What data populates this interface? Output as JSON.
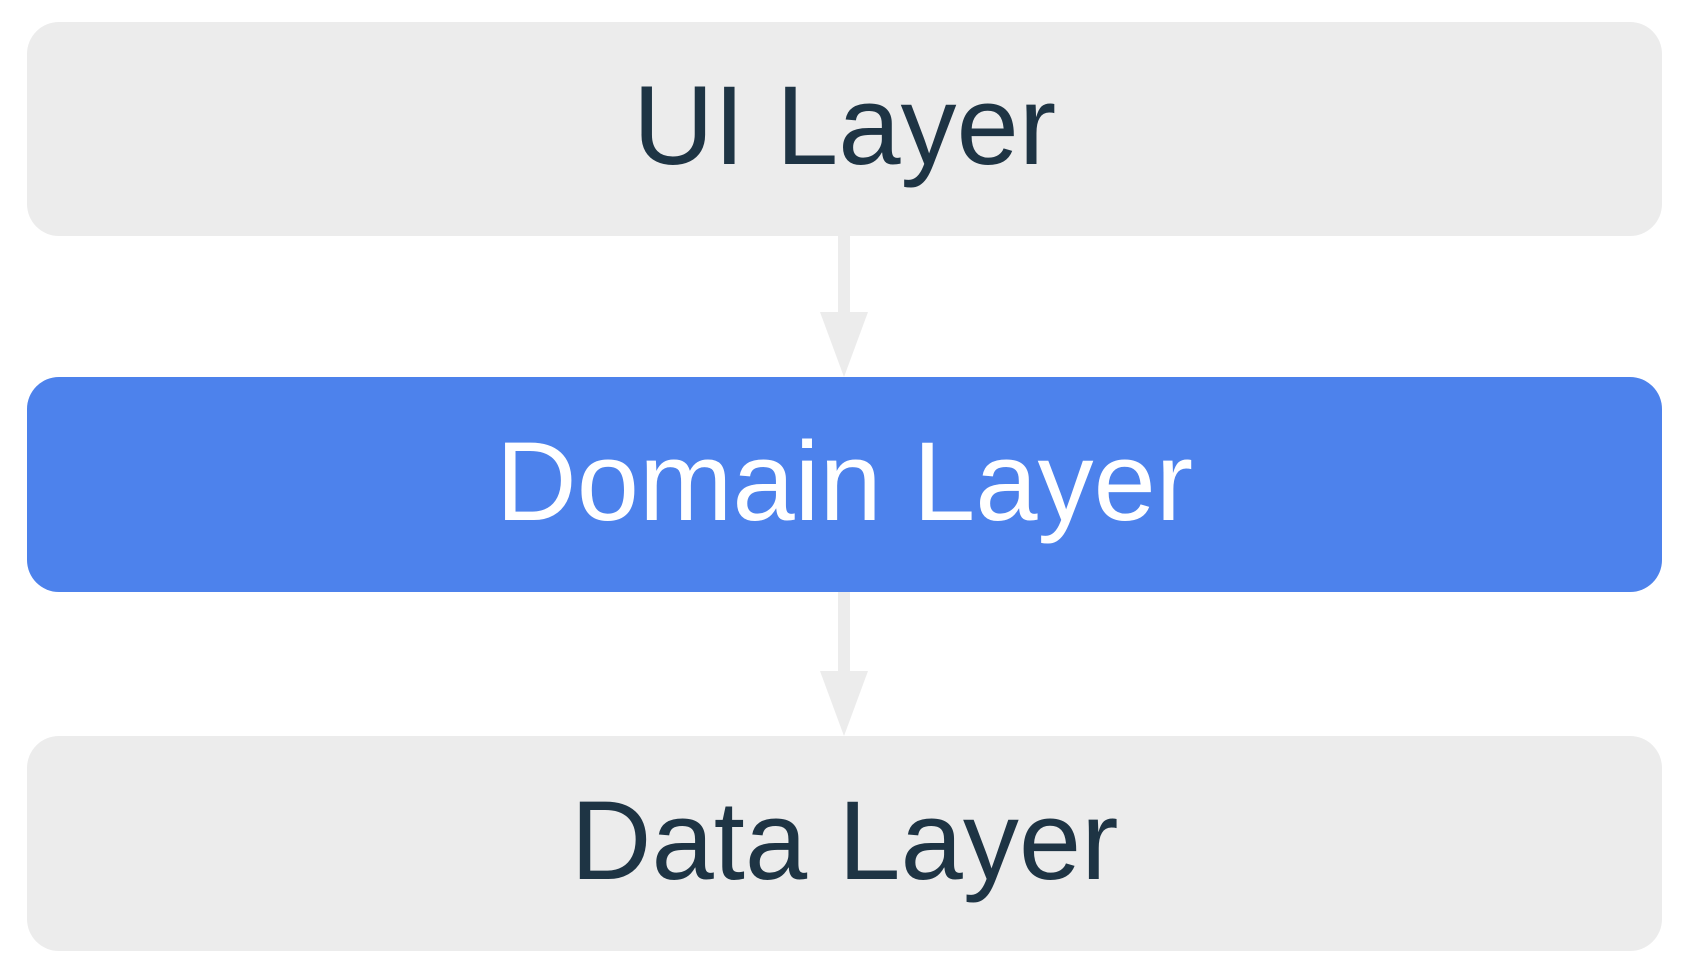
{
  "diagram": {
    "type": "layered-architecture",
    "layers": [
      {
        "id": "ui-layer",
        "label": "UI Layer",
        "highlighted": false
      },
      {
        "id": "domain-layer",
        "label": "Domain Layer",
        "highlighted": true
      },
      {
        "id": "data-layer",
        "label": "Data Layer",
        "highlighted": false
      }
    ],
    "arrows": [
      {
        "from": "UI Layer",
        "to": "Domain Layer",
        "direction": "down"
      },
      {
        "from": "Domain Layer",
        "to": "Data Layer",
        "direction": "down"
      }
    ],
    "colors": {
      "background": "#FFFFFF",
      "layer_box_bg": "#ECECEC",
      "highlight_box_bg": "#4D82EC",
      "text_dark": "#1E3444",
      "text_light": "#FFFFFF",
      "arrow": "#ECECEC"
    }
  }
}
